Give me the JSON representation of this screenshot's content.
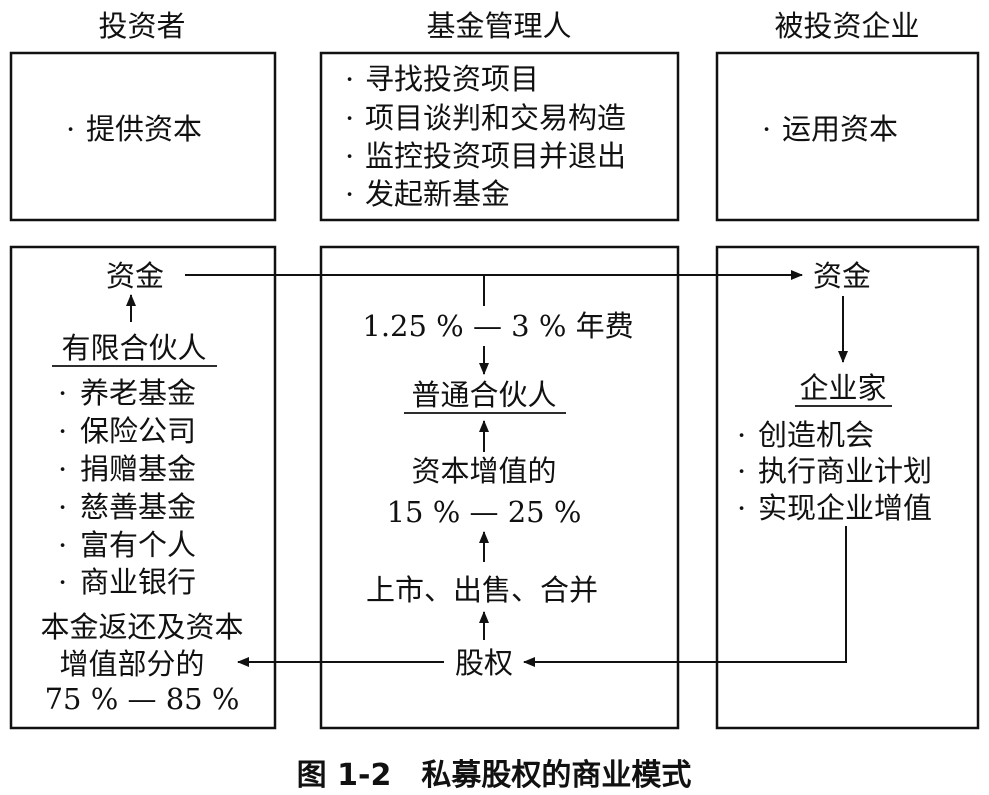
{
  "headers": {
    "investor": "投资者",
    "manager": "基金管理人",
    "company": "被投资企业"
  },
  "top": {
    "investor_items": [
      "提供资本"
    ],
    "manager_items": [
      "寻找投资项目",
      "项目谈判和交易构造",
      "监控投资项目并退出",
      "发起新基金"
    ],
    "company_items": [
      "运用资本"
    ],
    "bullet": "·"
  },
  "bottom": {
    "left": {
      "funds": "资金",
      "lp_title": "有限合伙人",
      "lp_items": [
        "养老基金",
        "保险公司",
        "捐赠基金",
        "慈善基金",
        "富有个人",
        "商业银行"
      ],
      "return_lines": [
        "本金返还及资本",
        "增值部分的",
        "75 % — 85 %"
      ]
    },
    "middle": {
      "fee": "1.25 % — 3 % 年费",
      "gp_title": "普通合伙人",
      "carry_lines": [
        "资本增值的",
        "15 % — 25 %"
      ],
      "exit": "上市、出售、合并",
      "equity": "股权"
    },
    "right": {
      "funds": "资金",
      "entrepreneur_title": "企业家",
      "entrepreneur_items": [
        "创造机会",
        "执行商业计划",
        "实现企业增值"
      ]
    }
  },
  "caption": "图 1-2　私募股权的商业模式"
}
